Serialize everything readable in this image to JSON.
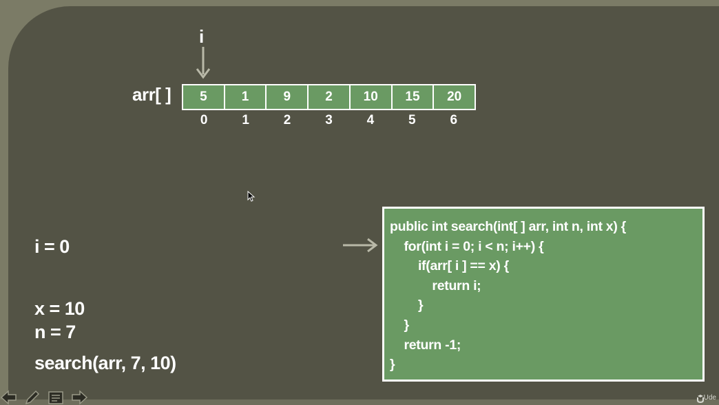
{
  "pointer": {
    "label": "i"
  },
  "array": {
    "label": "arr[ ]",
    "values": [
      "5",
      "1",
      "9",
      "2",
      "10",
      "15",
      "20"
    ],
    "indexes": [
      "0",
      "1",
      "2",
      "3",
      "4",
      "5",
      "6"
    ],
    "cell_color": "#6a9a63"
  },
  "variables": {
    "i": "i = 0",
    "x": "x = 10",
    "n": "n = 7",
    "call": "search(arr, 7, 10)"
  },
  "code": {
    "lines": [
      "public int search(int[ ] arr, int n, int x) {",
      "    for(int i = 0; i < n; i++) {",
      "        if(arr[ i ] == x) {",
      "            return i;",
      "        }",
      "    }",
      "    return -1;",
      "}"
    ],
    "background": "#6a9a63"
  },
  "controls": {
    "icons": [
      "prev-arrow-icon",
      "pen-icon",
      "notes-icon",
      "next-arrow-icon"
    ]
  },
  "brand": {
    "icon": "udemy-logo-icon",
    "text": "Ude"
  }
}
